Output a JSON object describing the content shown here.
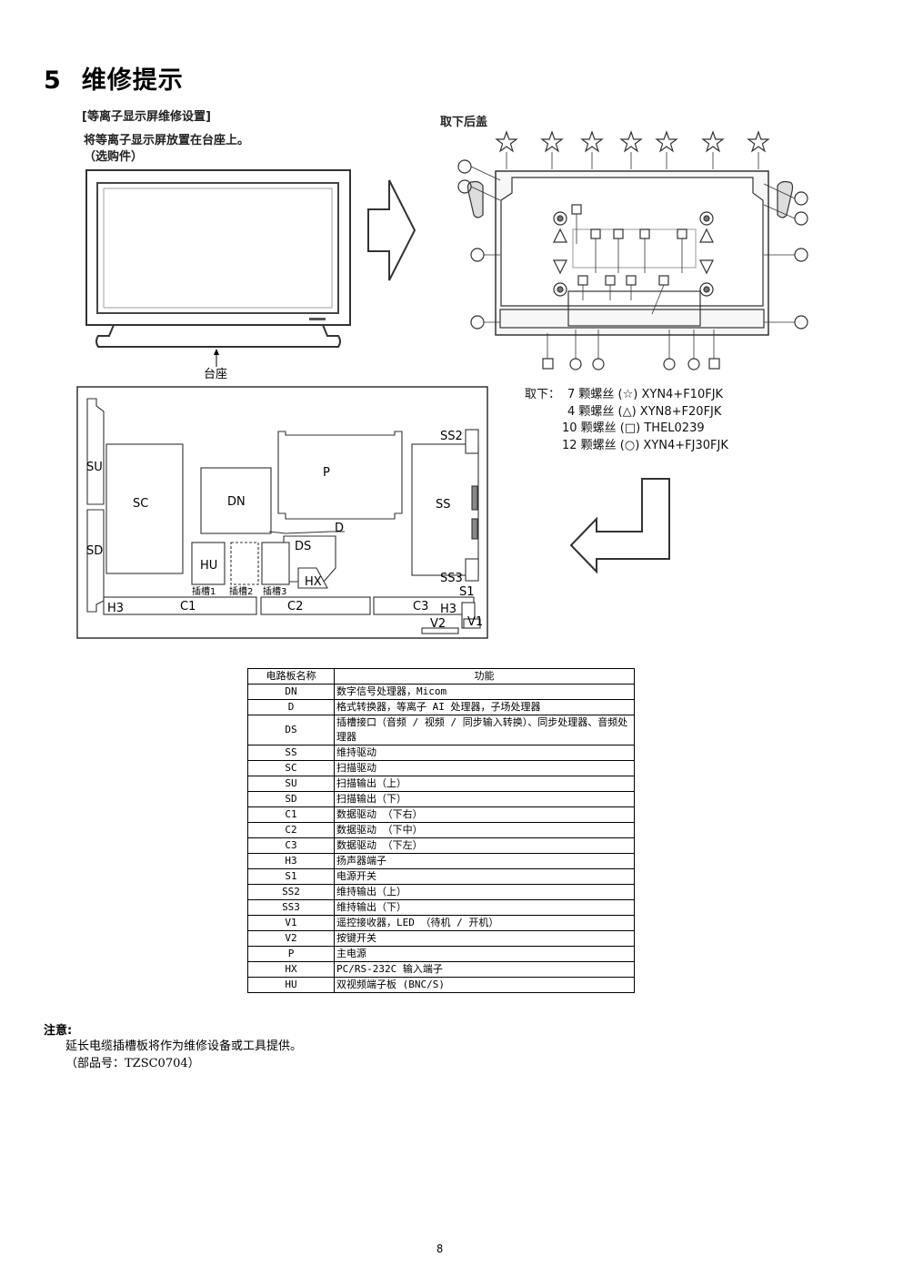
{
  "section": {
    "number": "5",
    "title": "维修提示"
  },
  "intro": {
    "heading": "[等离子显示屏维修设置]",
    "line1": "将等离子显示屏放置在台座上。",
    "line2": "（选购件）",
    "stand_label": "台座"
  },
  "rear": {
    "heading": "取下后盖"
  },
  "screws": {
    "prefix": "取下：",
    "items": [
      "7 颗螺丝 (☆) XYN4+F10FJK",
      "4 颗螺丝 (△) XYN8+F20FJK",
      "10 颗螺丝 (□) THEL0239",
      "12 颗螺丝 (○) XYN4+FJ30FJK"
    ]
  },
  "board_layout": {
    "SU": "SU",
    "SD": "SD",
    "SC": "SC",
    "DN": "DN",
    "P": "P",
    "SS": "SS",
    "SS2": "SS2",
    "SS3": "SS3",
    "D": "D",
    "DS": "DS",
    "HU": "HU",
    "HX": "HX",
    "slot1": "插槽1",
    "slot2": "插槽2",
    "slot3": "插槽3",
    "H3a": "H3",
    "H3b": "H3",
    "C1": "C1",
    "C2": "C2",
    "C3": "C3",
    "S1": "S1",
    "V1": "V1",
    "V2": "V2"
  },
  "table": {
    "headers": [
      "电路板名称",
      "功能"
    ],
    "rows": [
      [
        "DN",
        "数字信号处理器，Micom"
      ],
      [
        "D",
        "格式转换器，等离子 AI 处理器，子场处理器"
      ],
      [
        "DS",
        "插槽接口（音频 / 视频 / 同步输入转换）、同步处理器、音频处理器"
      ],
      [
        "SS",
        "维持驱动"
      ],
      [
        "SC",
        "扫描驱动"
      ],
      [
        "SU",
        "扫描输出（上）"
      ],
      [
        "SD",
        "扫描输出（下）"
      ],
      [
        "C1",
        "数据驱动 （下右）"
      ],
      [
        "C2",
        "数据驱动 （下中）"
      ],
      [
        "C3",
        "数据驱动 （下左）"
      ],
      [
        "H3",
        "扬声器端子"
      ],
      [
        "S1",
        "电源开关"
      ],
      [
        "SS2",
        "维持输出（上）"
      ],
      [
        "SS3",
        "维持输出（下）"
      ],
      [
        "V1",
        "遥控接收器，LED （待机 / 开机）"
      ],
      [
        "V2",
        "按键开关"
      ],
      [
        "P",
        "主电源"
      ],
      [
        "HX",
        "PC/RS-232C 输入端子"
      ],
      [
        "HU",
        "双视频端子板 (BNC/S)"
      ]
    ]
  },
  "note": {
    "title": "注意:",
    "line1": "延长电缆插槽板将作为维修设备或工具提供。",
    "line2": "（部品号：TZSC0704）"
  },
  "page_number": "8"
}
